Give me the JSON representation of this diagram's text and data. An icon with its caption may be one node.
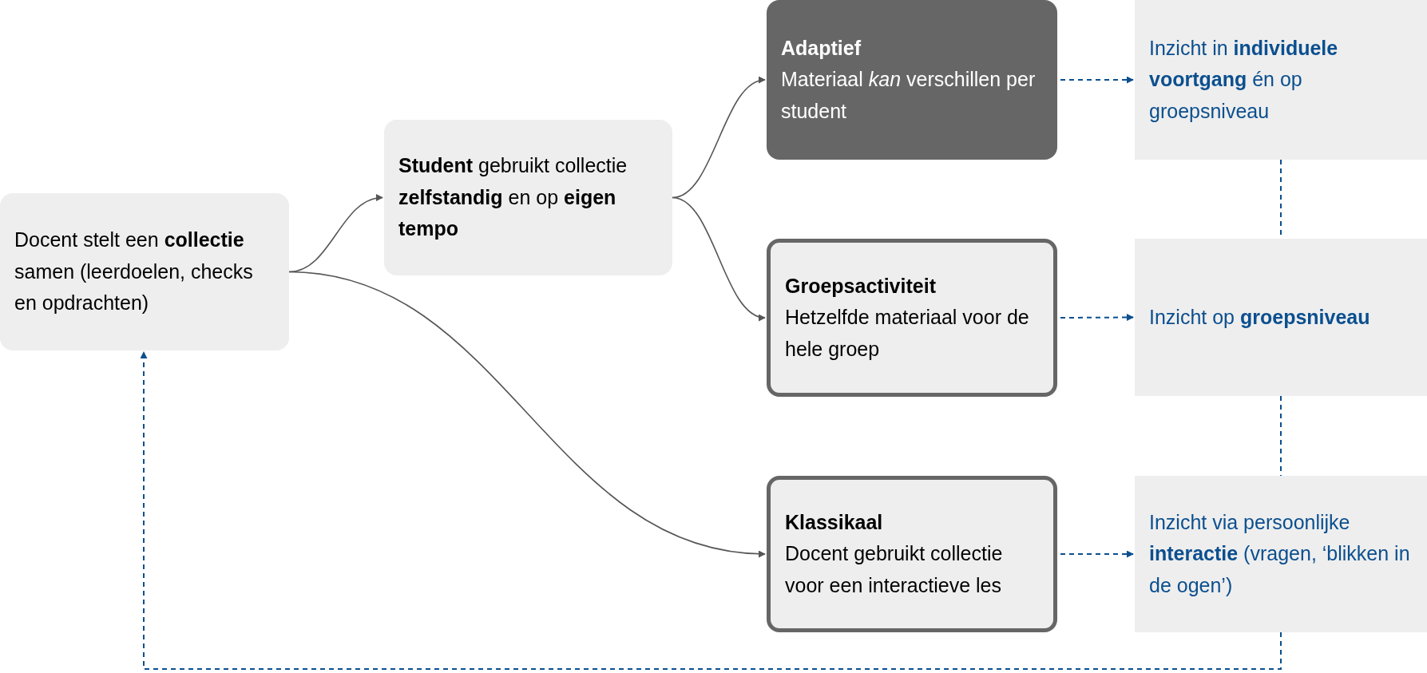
{
  "diagram": {
    "nodes": [
      {
        "text": [
          "Docent stelt een **collectie** samen (leerdoelen, checks en opdrachten)"
        ]
      },
      {
        "text": [
          "**Student** gebruikt collectie **zelfstandig** en op **eigen tempo**"
        ]
      },
      {
        "text": [
          "Adaptief",
          "Materiaal *kan* verschillen per student"
        ]
      },
      {
        "text": [
          "Groepsactiviteit",
          "Hetzelfde materiaal voor de hele groep"
        ]
      },
      {
        "text": [
          "Klassikaal",
          "Docent gebruikt collectie voor een interactieve les"
        ]
      },
      {
        "text": [
          "Inzicht in **individuele voortgang** én op groepsniveau"
        ]
      },
      {
        "text": [
          "Inzicht op **groepsniveau**"
        ]
      },
      {
        "text": [
          "Inzicht via persoonlijke **interactie** (vragen, ‘blikken in de ogen’)"
        ]
      }
    ],
    "edges": [
      {
        "from": 0,
        "to": 1,
        "arrow": "to",
        "color": "#555555"
      },
      {
        "from": 1,
        "to": 2,
        "arrow": "to",
        "color": "#555555"
      },
      {
        "from": 1,
        "to": 3,
        "arrow": "to",
        "color": "#555555"
      },
      {
        "from": 0,
        "to": 4,
        "arrow": "to",
        "color": "#555555"
      },
      {
        "from": 2,
        "to": 5,
        "arrow": "to",
        "style": "dashed"
      },
      {
        "from": 3,
        "to": 6,
        "arrow": "to",
        "style": "dashed"
      },
      {
        "from": 4,
        "to": 7,
        "arrow": "to",
        "style": "dashed"
      },
      {
        "from": 5,
        "to": 6,
        "arrow": "none",
        "style": "dashed"
      },
      {
        "from": 6,
        "to": 7,
        "arrow": "none",
        "style": "dashed"
      },
      {
        "from": 7,
        "to": 0,
        "arrow": "to",
        "style": "dashed"
      }
    ]
  }
}
